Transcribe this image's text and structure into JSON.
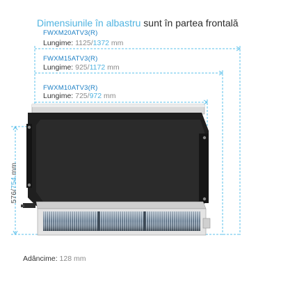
{
  "heading": {
    "highlight": "Dimensiunile în albastru",
    "rest": " sunt în partea frontală"
  },
  "models": [
    {
      "code": "FWXM20ATV3(R)",
      "length_label": "Lungime:",
      "length_min": "1125",
      "separator": "/",
      "length_max": "1372",
      "unit": "mm"
    },
    {
      "code": "FWXM15ATV3(R)",
      "length_label": "Lungime:",
      "length_min": "925",
      "separator": "/",
      "length_max": "1172",
      "unit": "mm"
    },
    {
      "code": "FWXM10ATV3(R)",
      "length_label": "Lungime:",
      "length_min": "725",
      "separator": "/",
      "length_max": "972",
      "unit": "mm"
    }
  ],
  "height": {
    "min": "576",
    "separator": "/",
    "max": "754",
    "unit": "mm"
  },
  "depth": {
    "label": "Adâncime:",
    "value": "128",
    "unit": "mm"
  },
  "colors": {
    "accent_blue": "#4fb3e0",
    "model_blue": "#1b7fc4",
    "dimension_line": "#5bc0eb",
    "unit_body": "#1f1f1f",
    "unit_panel": "#2b2b2b"
  }
}
